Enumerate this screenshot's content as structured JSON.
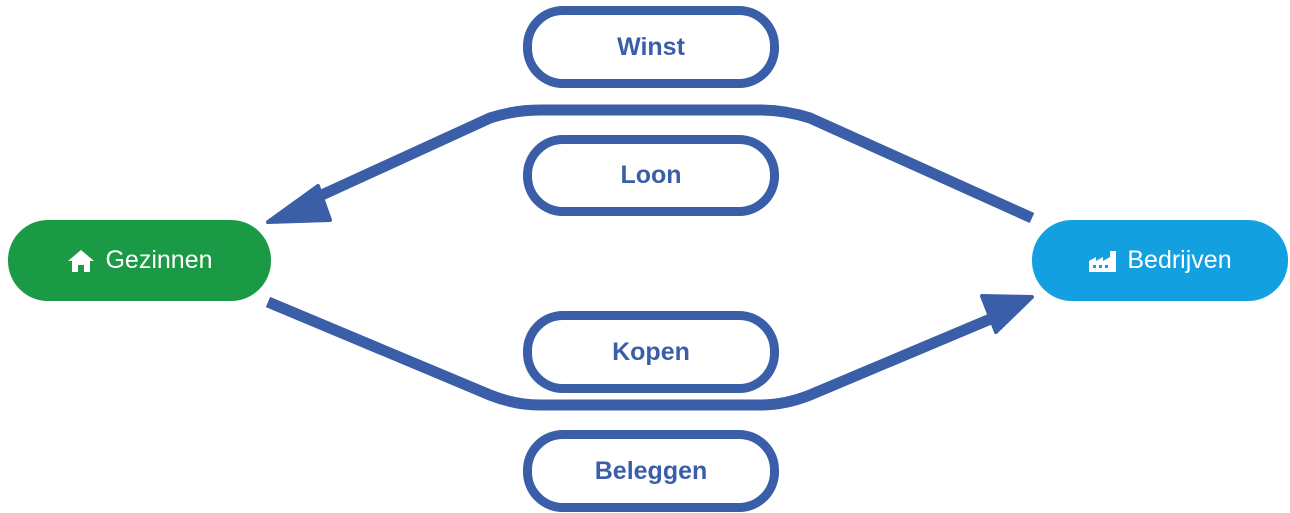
{
  "flows": {
    "winst": "Winst",
    "loon": "Loon",
    "kopen": "Kopen",
    "beleggen": "Beleggen"
  },
  "nodes": {
    "households": {
      "label": "Gezinnen",
      "icon": "home-icon",
      "color": "#1a9a44"
    },
    "companies": {
      "label": "Bedrijven",
      "icon": "factory-icon",
      "color": "#12a0e0"
    }
  },
  "colors": {
    "arrow": "#3a5ea8",
    "pill_border": "#3a5ea8",
    "pill_text": "#3a5ea8"
  }
}
